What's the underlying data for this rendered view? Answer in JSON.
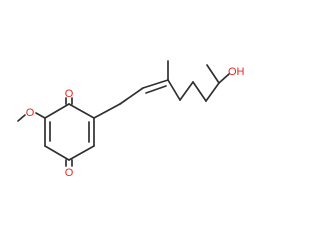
{
  "molecule": {
    "atom_labels": {
      "methoxy_oxygen": "O",
      "upper_carbonyl_oxygen": "O",
      "lower_carbonyl_oxygen": "O",
      "hydroxyl": "OH"
    },
    "colors": {
      "bond": "#303030",
      "heteroatom": "#e8281e",
      "background": "#ffffff"
    }
  }
}
